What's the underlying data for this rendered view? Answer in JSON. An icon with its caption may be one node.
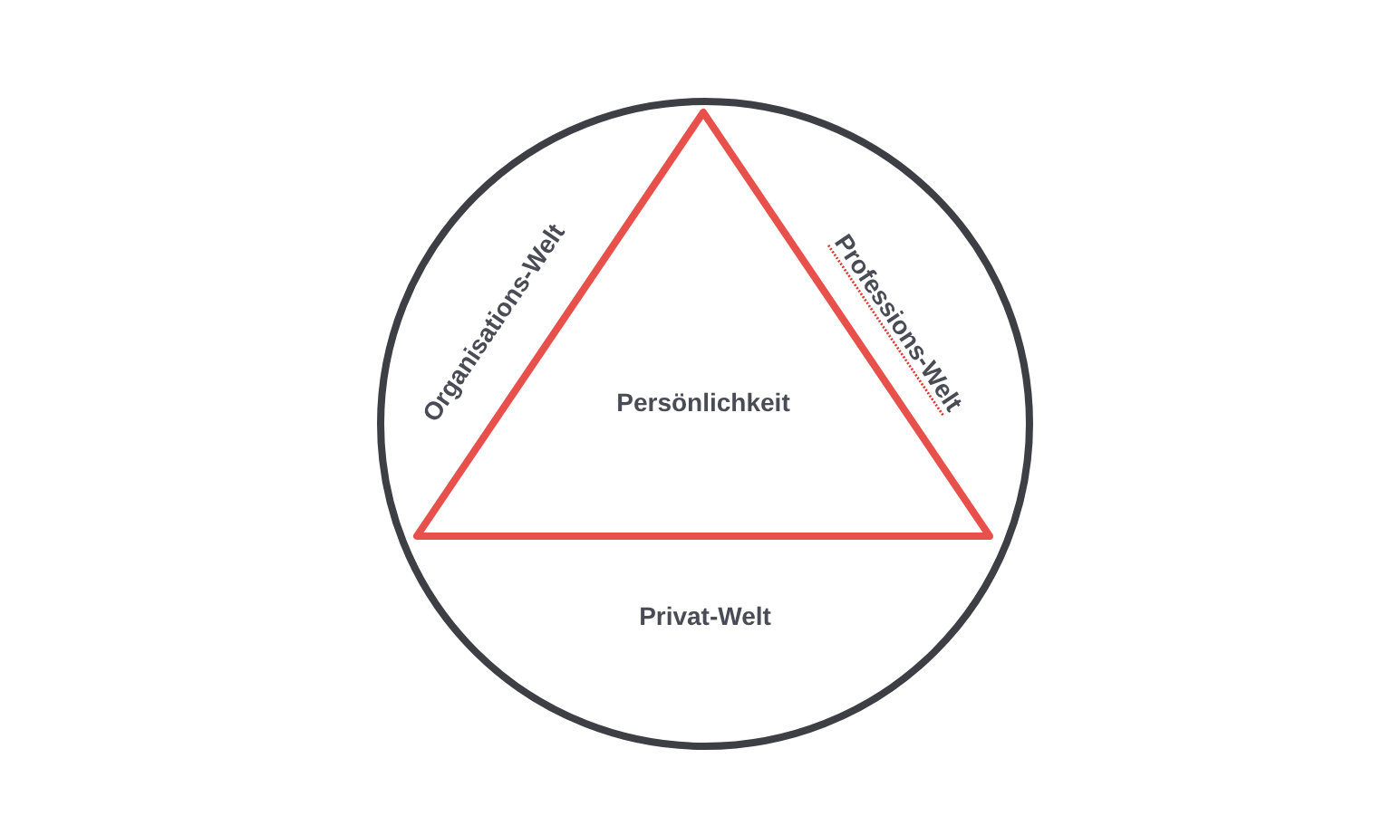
{
  "diagram": {
    "nodes": [
      {
        "text": [
          "Privat-Welt"
        ]
      },
      {
        "text": [
          "Persönlichkeit"
        ],
        "in": 0
      }
    ],
    "labels": [
      "Organisations-Welt",
      "Professions-Welt"
    ]
  }
}
